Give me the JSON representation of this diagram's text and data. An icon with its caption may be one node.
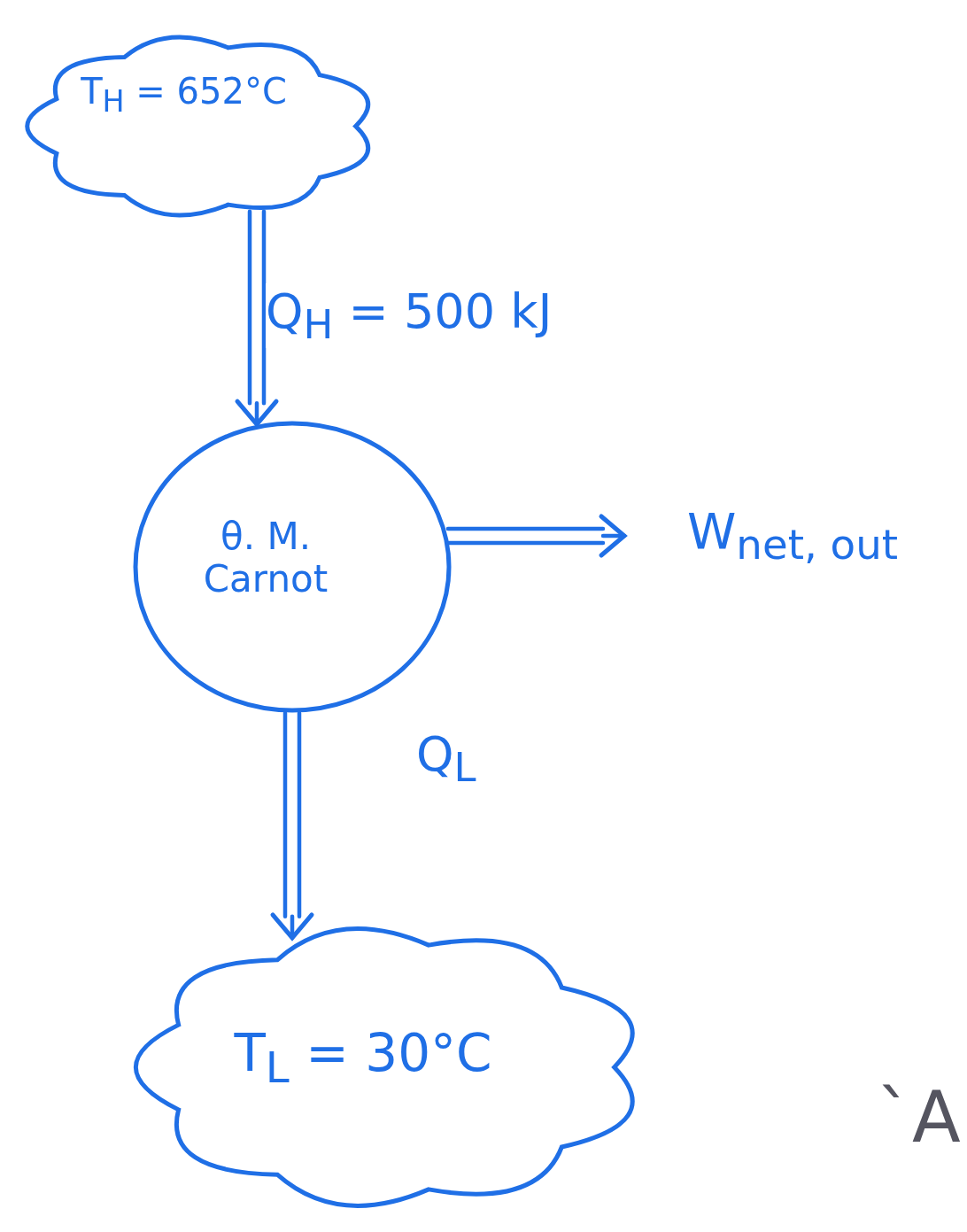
{
  "diagram": {
    "nodes": [
      {
        "text": [
          "T$_{H}$ = 652°C"
        ]
      },
      {
        "text": [
          "θ. M. Carnot"
        ]
      },
      {
        "text": [
          "W$_{net, out}$"
        ]
      },
      {
        "text": [
          "T$_{L}$ = 30°C"
        ]
      }
    ],
    "edges": [
      {
        "from": 0,
        "to": 1,
        "arrow": "to",
        "label": "Q$_{H}$ = 500 kJ"
      },
      {
        "from": 1,
        "to": 2,
        "arrow": "to"
      },
      {
        "from": 1,
        "to": 3,
        "arrow": "to",
        "label": "Q$_{L}$"
      }
    ],
    "labels": [
      "`A"
    ]
  }
}
